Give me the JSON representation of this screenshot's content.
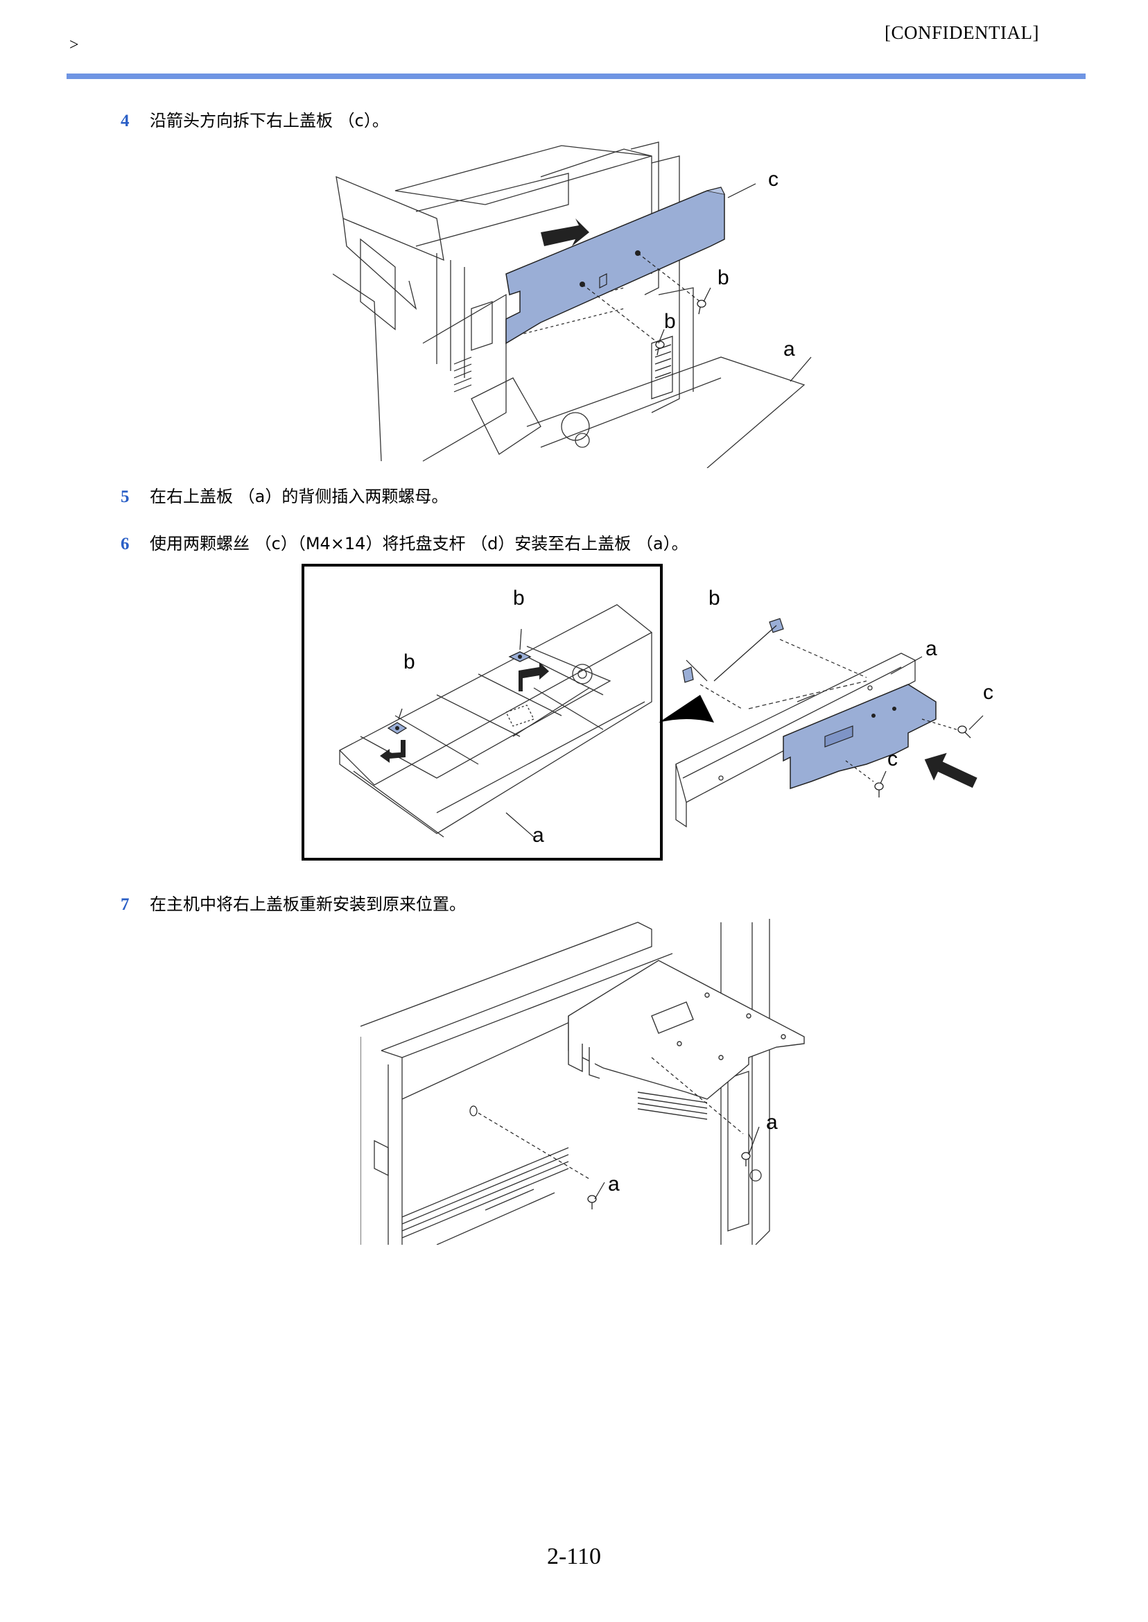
{
  "header": {
    "nav_mark": ">",
    "confidential": "[CONFIDENTIAL]"
  },
  "steps": [
    {
      "number": "4",
      "text": "沿箭头方向拆下右上盖板 （c）。"
    },
    {
      "number": "5",
      "text": "在右上盖板 （a）的背侧插入两颗螺母。"
    },
    {
      "number": "6",
      "text": "使用两颗螺丝 （c）（M4×14）将托盘支杆 （d）安装至右上盖板 （a）。"
    },
    {
      "number": "7",
      "text": "在主机中将右上盖板重新安装到原来位置。"
    }
  ],
  "figures": {
    "fig1_labels": {
      "c": "c",
      "b1": "b",
      "b2": "b",
      "a": "a"
    },
    "fig2_labels": {
      "b_top": "b",
      "b_left": "b",
      "a_bottom": "a",
      "b_right": "b",
      "a_right": "a",
      "c_right": "c",
      "c_mid": "c"
    },
    "fig3_labels": {
      "a_upper": "a",
      "a_lower": "a"
    }
  },
  "colors": {
    "accent_rule": "#6f95e3",
    "step_number": "#2a5fc6",
    "part_fill": "#9aaed6"
  },
  "footer": {
    "page_number": "2-110"
  }
}
